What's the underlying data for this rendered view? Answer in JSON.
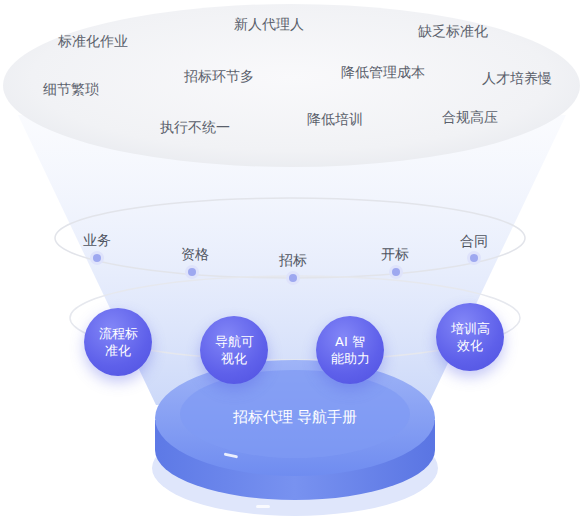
{
  "diagram": {
    "nodes": [
      {
        "text": [
          "标准化作业",
          "新人代理人",
          "缺乏标准化",
          "细节繁琐",
          "招标环节多",
          "降低管理成本",
          "人才培养慢",
          "执行不统一",
          "降低培训",
          "合规高压"
        ]
      },
      {
        "text": [
          "流程标 准化"
        ]
      },
      {
        "text": [
          "导航可 视化"
        ]
      },
      {
        "text": [
          "AI 智 能助力"
        ]
      },
      {
        "text": [
          "培训高 效化"
        ]
      },
      {
        "text": [
          "招标代理 导航手册"
        ]
      }
    ],
    "labels": [
      "业务",
      "资格",
      "招标",
      "开标",
      "合同"
    ]
  }
}
